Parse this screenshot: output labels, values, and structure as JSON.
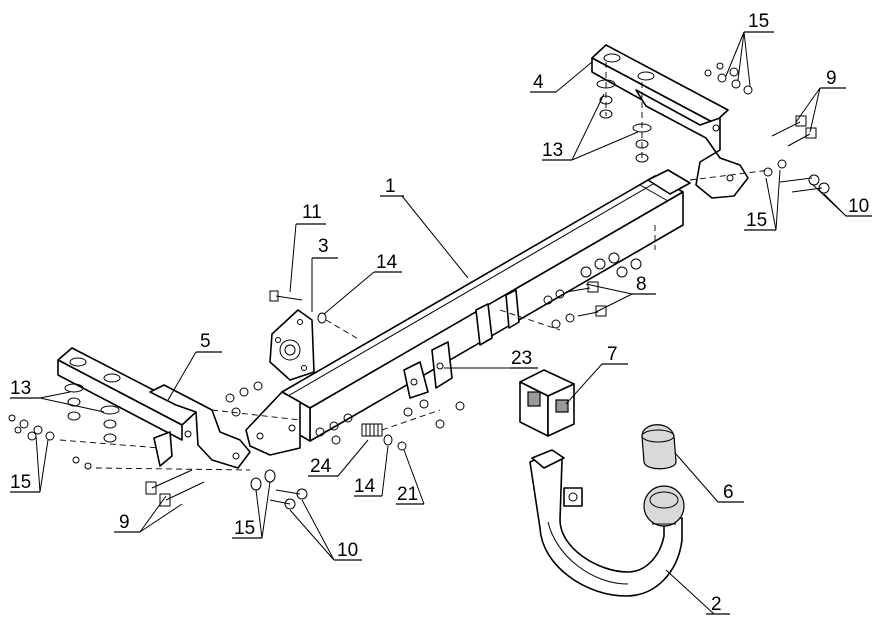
{
  "diagram": {
    "callouts": [
      {
        "id": "1",
        "label": "1"
      },
      {
        "id": "2",
        "label": "2"
      },
      {
        "id": "3",
        "label": "3"
      },
      {
        "id": "4",
        "label": "4"
      },
      {
        "id": "5",
        "label": "5"
      },
      {
        "id": "6",
        "label": "6"
      },
      {
        "id": "7",
        "label": "7"
      },
      {
        "id": "8",
        "label": "8"
      },
      {
        "id": "9-right",
        "label": "9"
      },
      {
        "id": "9-left",
        "label": "9"
      },
      {
        "id": "10-right",
        "label": "10"
      },
      {
        "id": "10-left",
        "label": "10"
      },
      {
        "id": "11",
        "label": "11"
      },
      {
        "id": "13-right",
        "label": "13"
      },
      {
        "id": "13-left",
        "label": "13"
      },
      {
        "id": "14-top",
        "label": "14"
      },
      {
        "id": "14-bottom",
        "label": "14"
      },
      {
        "id": "15-top",
        "label": "15"
      },
      {
        "id": "15-right",
        "label": "15"
      },
      {
        "id": "15-left",
        "label": "15"
      },
      {
        "id": "15-bottom",
        "label": "15"
      },
      {
        "id": "21",
        "label": "21"
      },
      {
        "id": "23",
        "label": "23"
      },
      {
        "id": "24",
        "label": "24"
      }
    ]
  }
}
